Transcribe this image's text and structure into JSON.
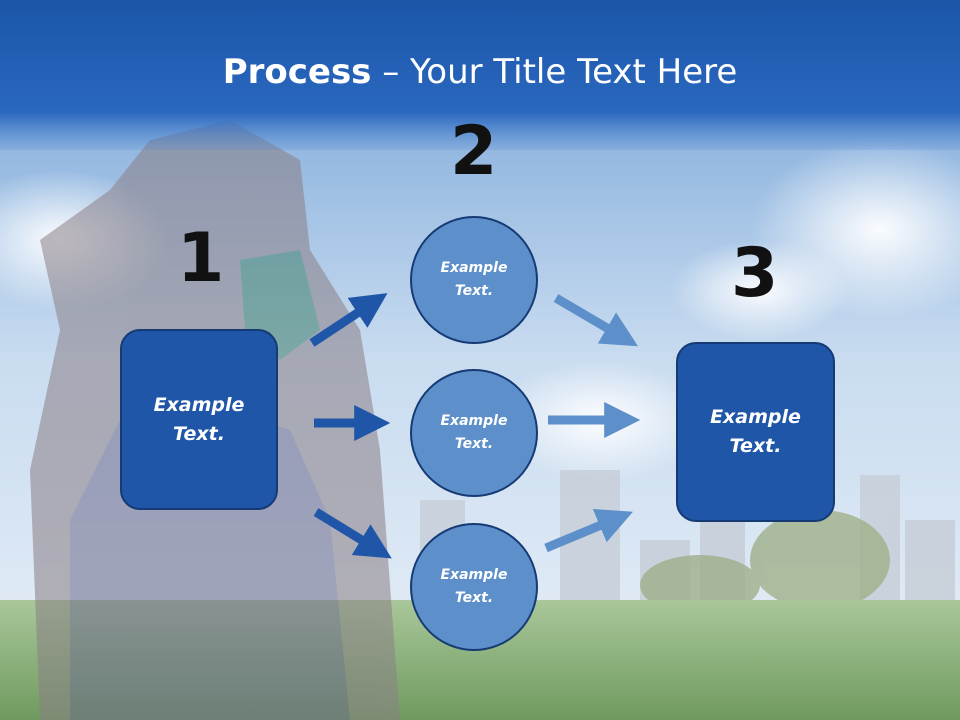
{
  "slide": {
    "title_bold": "Process",
    "title_rest": " – Your Title Text Here"
  },
  "steps": {
    "step1": {
      "number": "1",
      "label": "Example\nText."
    },
    "step2": {
      "number": "2",
      "circles": [
        {
          "label": "Example\nText."
        },
        {
          "label": "Example\nText."
        },
        {
          "label": "Example\nText."
        }
      ]
    },
    "step3": {
      "number": "3",
      "label": "Example\nText."
    }
  },
  "colors": {
    "title_band": "#1e5bb0",
    "box_fill": "#1f56a8",
    "circle_fill": "#5d8fca",
    "arrow_dark": "#1f56a8",
    "arrow_light": "#5d8fca",
    "outline": "#163a73"
  }
}
